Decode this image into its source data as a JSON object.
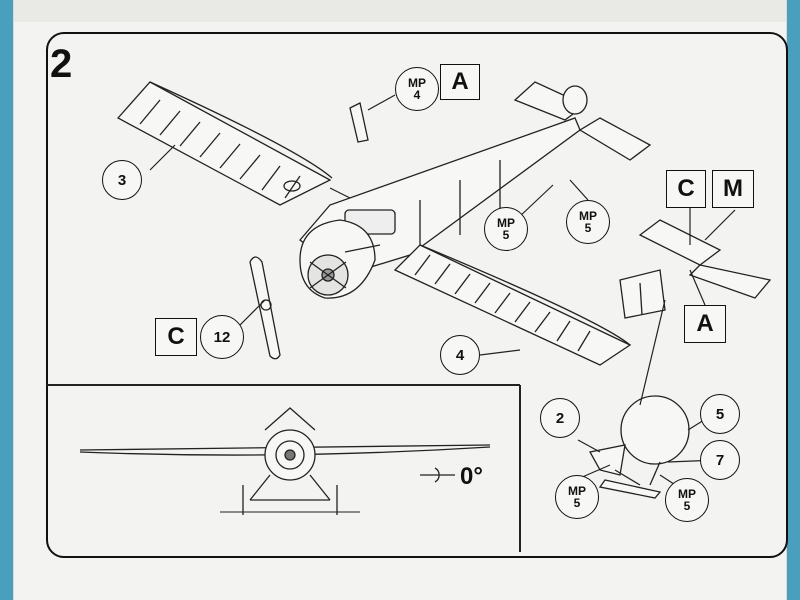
{
  "step_number": "2",
  "callouts": {
    "mp4_top": {
      "line1": "MP",
      "line2": "4"
    },
    "box_a_top": "A",
    "part_3": "3",
    "mp5_mid_left": {
      "line1": "MP",
      "line2": "5"
    },
    "mp5_mid_right": {
      "line1": "MP",
      "line2": "5"
    },
    "box_c_right": "C",
    "box_m_right": "M",
    "box_a_right": "A",
    "box_c_left": "C",
    "part_12": "12",
    "part_4": "4",
    "part_2": "2",
    "part_5": "5",
    "part_7": "7",
    "mp5_bottom_left": {
      "line1": "MP",
      "line2": "5"
    },
    "mp5_bottom_right": {
      "line1": "MP",
      "line2": "5"
    }
  },
  "front_view": {
    "dihedral_label": "0°"
  }
}
